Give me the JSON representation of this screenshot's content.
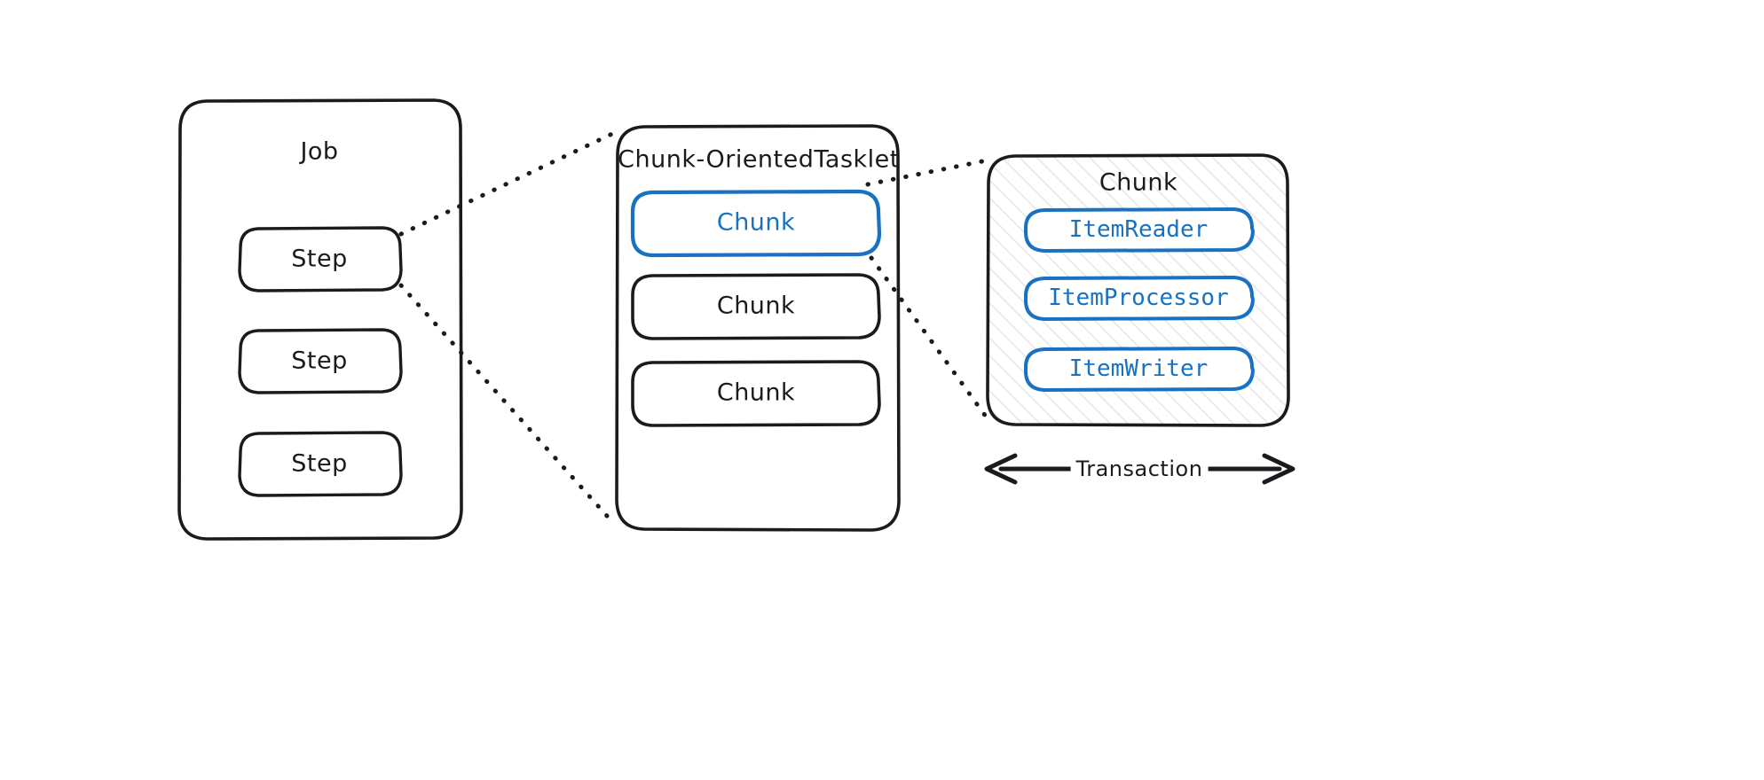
{
  "diagram": {
    "title_hidden": "",
    "colors": {
      "stroke_black": "#1b1b1f",
      "stroke_blue": "#1971c2",
      "hatch_gray": "#e7e7ea",
      "background": "#ffffff"
    },
    "panels": [
      {
        "id": "job",
        "title": "Job",
        "items": [
          {
            "label": "Step"
          },
          {
            "label": "Step"
          },
          {
            "label": "Step"
          }
        ]
      },
      {
        "id": "chunk-oriented-tasklet",
        "title": "Chunk-OrientedTasklet",
        "items": [
          {
            "label": "Chunk",
            "highlighted": true
          },
          {
            "label": "Chunk",
            "highlighted": false
          },
          {
            "label": "Chunk",
            "highlighted": false
          }
        ]
      },
      {
        "id": "chunk",
        "title": "Chunk",
        "items": [
          {
            "label": "ItemReader"
          },
          {
            "label": "ItemProcessor"
          },
          {
            "label": "ItemWriter"
          }
        ]
      }
    ],
    "annotation": {
      "transaction_label": "Transaction"
    }
  }
}
